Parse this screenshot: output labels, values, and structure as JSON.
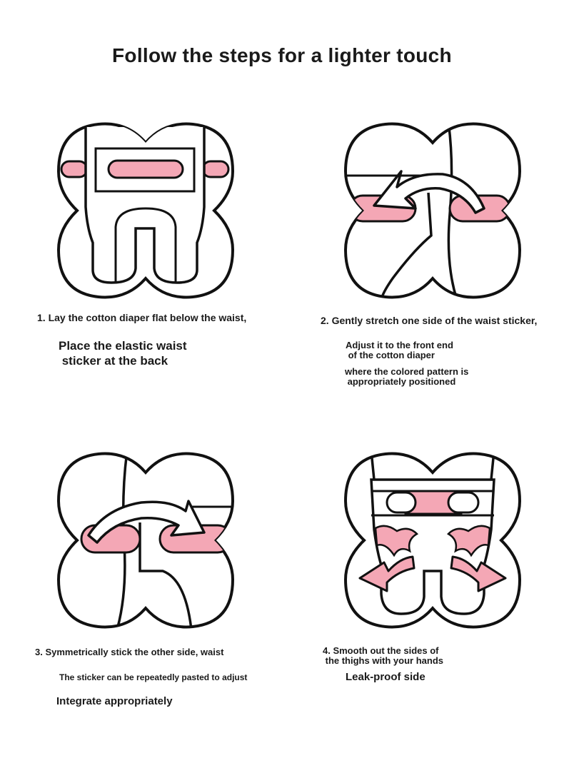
{
  "title": "Follow the steps for a lighter touch",
  "colors": {
    "accent_pink": "#F4A7B5",
    "outline": "#111111",
    "background": "#FFFFFF"
  },
  "steps": [
    {
      "heading": "1. Lay the cotton diaper flat below the waist,",
      "detail": "Place the elastic waist\n sticker at the back"
    },
    {
      "heading": "2. Gently stretch one side of the waist sticker,",
      "detail_a": "Adjust it to the front end\n of the cotton diaper",
      "detail_b": "where the colored pattern is\n appropriately positioned"
    },
    {
      "heading": "3. Symmetrically stick the other side, waist",
      "detail_a": "The sticker can be repeatedly pasted to adjust",
      "detail_b": "Integrate appropriately"
    },
    {
      "heading": "4. Smooth out the sides of\n the thighs with your hands",
      "detail": "Leak-proof side"
    }
  ]
}
